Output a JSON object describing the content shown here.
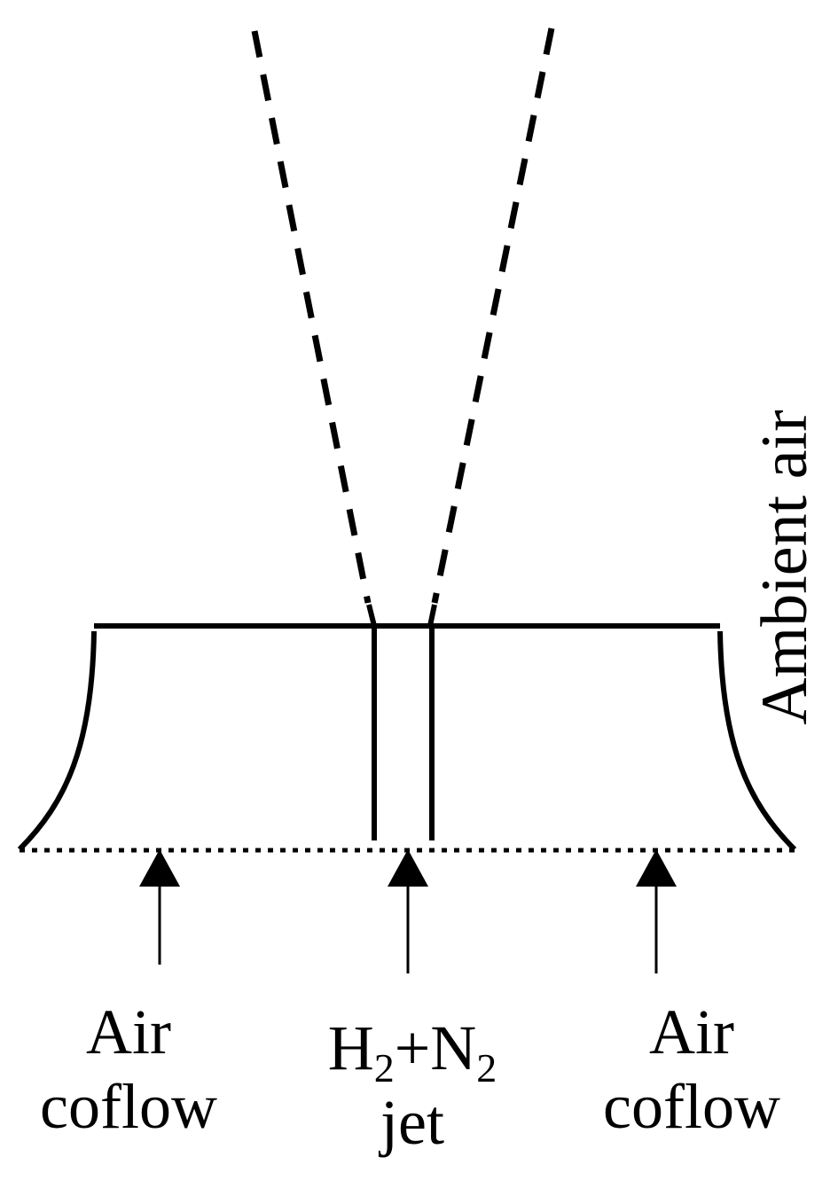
{
  "diagram": {
    "type": "coflow-burner-schematic",
    "colors": {
      "stroke": "#000000",
      "background": "#ffffff"
    },
    "labels": {
      "ambient": "Ambient air",
      "left_inlet": {
        "line1": "Air",
        "line2": "coflow"
      },
      "center_inlet": {
        "species1": "H",
        "sub1": "2",
        "plus": "+",
        "species2": "N",
        "sub2": "2",
        "line2": "jet"
      },
      "right_inlet": {
        "line1": "Air",
        "line2": "coflow"
      }
    },
    "elements": [
      {
        "id": "jet-boundary-left",
        "style": "dashed"
      },
      {
        "id": "jet-boundary-right",
        "style": "dashed"
      },
      {
        "id": "burner-exit-plane",
        "style": "solid"
      },
      {
        "id": "coflow-contraction-left",
        "style": "solid-curve"
      },
      {
        "id": "coflow-contraction-right",
        "style": "solid-curve"
      },
      {
        "id": "jet-tube-left-wall",
        "style": "solid"
      },
      {
        "id": "jet-tube-right-wall",
        "style": "solid"
      },
      {
        "id": "inlet-plane",
        "style": "dotted"
      },
      {
        "id": "arrow-air-coflow-left",
        "direction": "up"
      },
      {
        "id": "arrow-jet",
        "direction": "up"
      },
      {
        "id": "arrow-air-coflow-right",
        "direction": "up"
      }
    ]
  }
}
